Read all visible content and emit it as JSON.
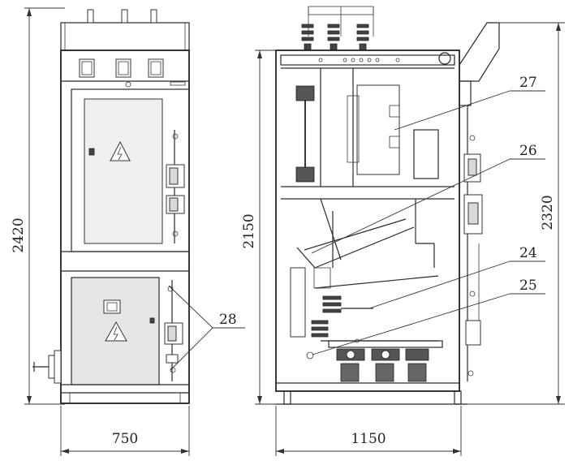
{
  "dimensions": {
    "front_height": "2420",
    "front_width": "750",
    "side_height_left": "2150",
    "side_height_right": "2320",
    "side_width": "1150"
  },
  "callouts": {
    "c27": "27",
    "c26": "26",
    "c24": "24",
    "c25": "25",
    "c28": "28"
  },
  "colors": {
    "line": "#2a2a2a",
    "panel_fill": "#d9d9d9",
    "background": "#ffffff"
  },
  "icons": {
    "warning": "high-voltage-warning-icon"
  }
}
